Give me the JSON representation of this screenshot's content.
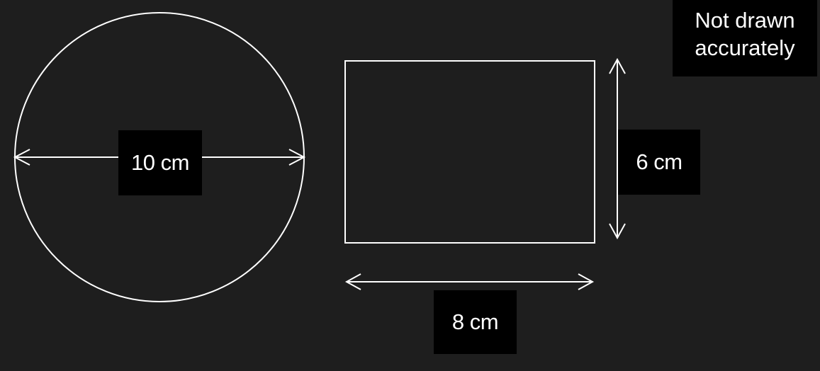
{
  "figure": {
    "circle": {
      "diameter_label": "10 cm",
      "diameter_value": 10,
      "unit": "cm"
    },
    "rectangle": {
      "width_label": "8 cm",
      "height_label": "6 cm",
      "width_value": 8,
      "height_value": 6,
      "unit": "cm"
    },
    "note": {
      "line1": "Not drawn",
      "line2": "accurately"
    },
    "colors": {
      "background": "#1e1e1e",
      "stroke": "#ffffff",
      "label_background": "#000000",
      "text": "#ffffff"
    }
  }
}
